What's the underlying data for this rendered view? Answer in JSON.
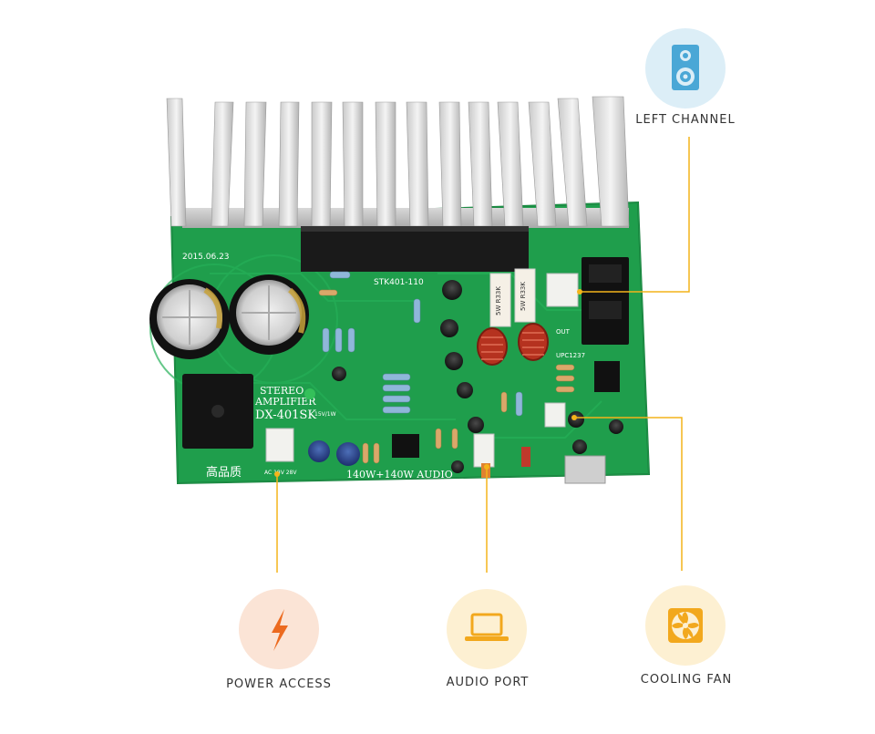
{
  "callouts": {
    "left_channel": {
      "label": "LEFT CHANNEL",
      "icon": "speaker-icon",
      "circle_color": "#dceef7",
      "icon_color": "#4aa7d6"
    },
    "power_access": {
      "label": "POWER ACCESS",
      "icon": "lightning-icon",
      "circle_color": "#fbe4d6",
      "icon_color": "#ec6a1f"
    },
    "audio_port": {
      "label": "AUDIO PORT",
      "icon": "laptop-icon",
      "circle_color": "#fdf0d2",
      "icon_color": "#f2a81d"
    },
    "cooling_fan": {
      "label": "COOLING FAN",
      "icon": "fan-icon",
      "circle_color": "#fdf0d2",
      "icon_color": "#f2a81d"
    }
  },
  "leader_color": "#f4b41a",
  "board": {
    "color": "#1f9e4c",
    "date": "2015.06.23",
    "chip": "STK401-110",
    "model_line1": "STEREO",
    "model_line2": "AMPLIFIER",
    "model_line3": "DX-401SK",
    "power_text": "140W+140W  AUDIO",
    "brand": "高品质",
    "resistor1": "5W R33K",
    "resistor2": "5W R33K",
    "upc": "UPC1237",
    "input": "AC 18V 28V",
    "vw": "15V/1W",
    "relay_label": "OUT"
  }
}
